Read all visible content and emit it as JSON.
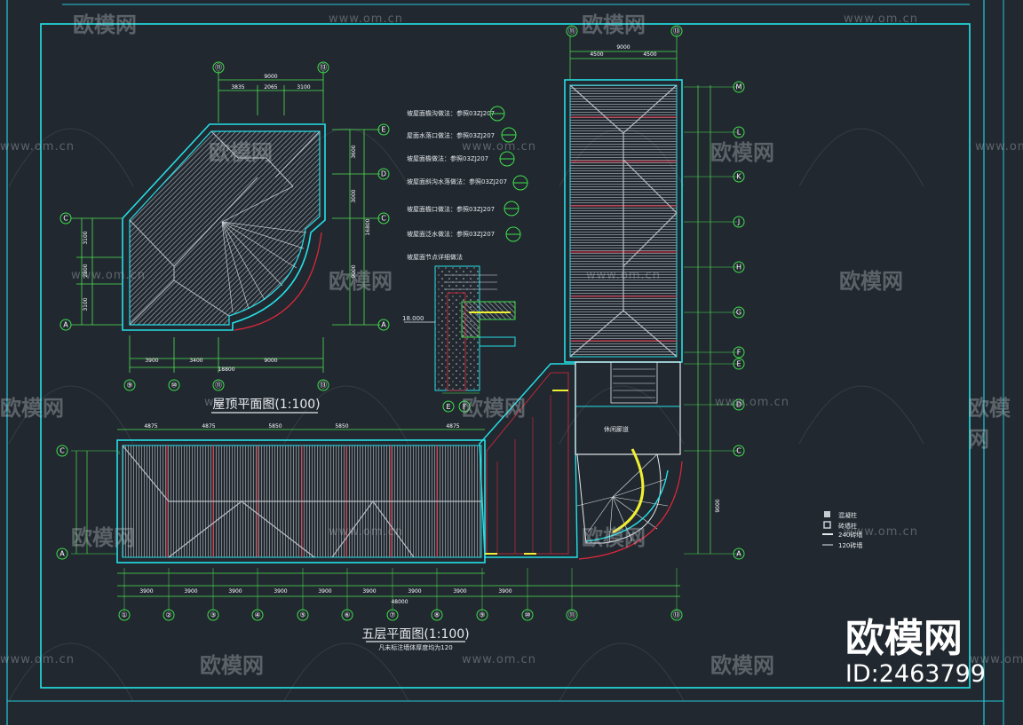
{
  "roof_plan": {
    "title": "屋顶平面图(1:100)",
    "grid_top": [
      "⑪",
      "⑬"
    ],
    "grid_bottom": [
      "⑨",
      "⑩",
      "⑪",
      "⑬"
    ],
    "grid_right": [
      "E",
      "D",
      "C",
      "A"
    ],
    "grid_left": [
      "C",
      "A"
    ],
    "dims_top_total": "9000",
    "dims_top": [
      "3835",
      "2065",
      "3100"
    ],
    "dims_bottom_total": "18800",
    "dims_bottom": [
      "3900",
      "3400",
      "9000"
    ],
    "dims_right": [
      "3600",
      "3000",
      "9000"
    ],
    "dims_right_total": "16800",
    "dims_left": [
      "3100",
      "2800",
      "3100"
    ]
  },
  "notes": [
    "坡屋面檐沟做法：参照03ZJ207",
    "屋面水落口做法：参照03ZJ207",
    "坡屋面檐做法：参照03ZJ207",
    "坡屋面斜沟水落做法：参照03ZJ207",
    "坡屋面檐口做法：参照03ZJ207",
    "坡屋面泛水做法：参照03ZJ207",
    "坡屋面节点详细做法"
  ],
  "elevation_label": "18.000",
  "floor_plan": {
    "title": "五层平面图(1:100)",
    "subtitle": "凡未标注墙体厚度均为120",
    "grid_bottom": [
      "①",
      "②",
      "③",
      "④",
      "⑤",
      "⑥",
      "⑦",
      "⑧",
      "⑨",
      "⑩",
      "⑪",
      "⑬"
    ],
    "grid_left": [
      "C",
      "A"
    ],
    "grid_right": [
      "M",
      "L",
      "K",
      "J",
      "H",
      "G",
      "F",
      "E",
      "D",
      "C",
      "A"
    ],
    "grid_top": [
      "⑪",
      "⑬"
    ],
    "dims_total": "48000",
    "dims_top": [
      "4875",
      "4875",
      "5850",
      "5850",
      "4875"
    ],
    "dims_row1": [
      "3900",
      "3900",
      "3900",
      "3900",
      "3900",
      "3900",
      "3900",
      "3900",
      "3900"
    ],
    "room_label": "休闲廊道",
    "vertical_total": "9000",
    "top_dims": [
      "9000",
      "4500",
      "4500"
    ]
  },
  "legend": [
    {
      "label": "混凝柱"
    },
    {
      "label": "砖墙柱"
    },
    {
      "label": "240砖墙"
    },
    {
      "label": "120砖墙"
    }
  ],
  "watermarks": {
    "brand": "欧模网",
    "site": "www.om.cn"
  },
  "brand": {
    "name": "欧模网",
    "id": "ID:2463799"
  },
  "colors": {
    "background": "#212830",
    "border": "#22e3e6",
    "wall": "#26e0e6",
    "roof": "#b9bec4",
    "ridge": "#e0283a",
    "grid_bubble": "#3fe04a",
    "dimension": "#4fe34f",
    "accent": "#f0ef34"
  }
}
